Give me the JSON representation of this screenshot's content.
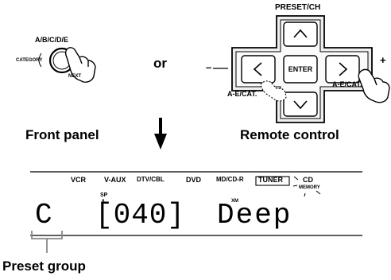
{
  "front_panel_control": {
    "mode_label": "A/B/C/D/E",
    "knob_label": "CATEGORY",
    "direction_label": "NEXT"
  },
  "or_label": "or",
  "remote_control": {
    "top_label": "PRESET/CH",
    "center_button": "ENTER",
    "left_label": "A-E/CAT.",
    "right_label": "A-E/CAT.",
    "minus_sign": "–",
    "plus_sign": "+"
  },
  "captions": {
    "front_panel": "Front panel",
    "remote_control": "Remote control"
  },
  "display": {
    "inputs": [
      "VCR",
      "V-AUX",
      "DTV/CBL",
      "DVD",
      "MD/CD-R",
      "TUNER",
      "CD"
    ],
    "active_input": "TUNER",
    "memory_label": "MEMORY",
    "sp_label": "SP",
    "a_label": "A",
    "xm_label": "XM",
    "preset_group_char": "C",
    "preset_number": "[040]",
    "mode_text": "Deep"
  },
  "preset_group_label": "Preset group"
}
